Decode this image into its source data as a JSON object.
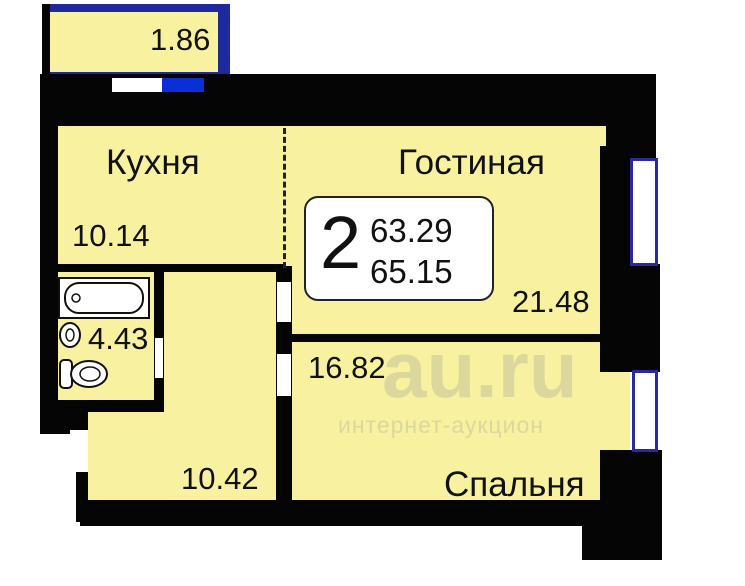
{
  "rooms": {
    "balcony": {
      "area": "1.86"
    },
    "kitchen": {
      "name": "Кухня",
      "area": "10.14"
    },
    "living_room": {
      "name": "Гостиная",
      "area": "21.48"
    },
    "bathroom": {
      "area": "4.43"
    },
    "hallway": {
      "area": "10.42"
    },
    "bedroom": {
      "name": "Спальня",
      "area": "16.82"
    }
  },
  "summary": {
    "room_count": "2",
    "total_area": "63.29",
    "living_area": "65.15"
  },
  "watermark": {
    "main": "au.ru",
    "sub": "интернет-аукцион"
  },
  "colors": {
    "floor": "#f7f1a0",
    "wall": "#050505",
    "window_frame": "#2a2aa0",
    "balcony_edge": "#1f2a9a"
  }
}
